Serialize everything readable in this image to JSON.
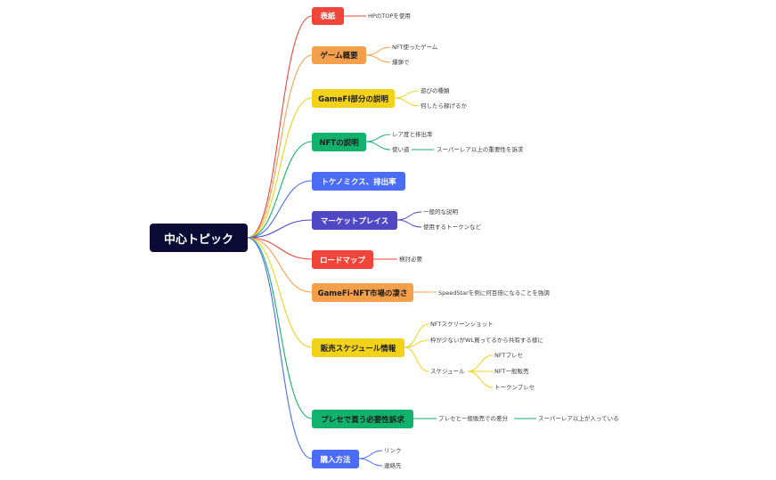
{
  "root": {
    "label": "中心トピック",
    "color": "#0b0b36"
  },
  "branches": [
    {
      "label": "表紙",
      "color": "#f0453a",
      "text_color": "#ffffff",
      "children": [
        {
          "label": "HPのTOPを使用"
        }
      ]
    },
    {
      "label": "ゲーム概要",
      "color": "#f4a04b",
      "text_color": "#1a1a1a",
      "children": [
        {
          "label": "NFT使ったゲーム"
        },
        {
          "label": "爆弾で"
        }
      ]
    },
    {
      "label": "GameFI部分の説明",
      "color": "#f2d219",
      "text_color": "#1a1a1a",
      "children": [
        {
          "label": "遊びの種類"
        },
        {
          "label": "何したら稼げるか"
        }
      ]
    },
    {
      "label": "NFTの説明",
      "color": "#10b26c",
      "text_color": "#1a1a1a",
      "children": [
        {
          "label": "レア度と排出率"
        },
        {
          "label": "使い道",
          "children": [
            {
              "label": "スーパーレア以上の重要性を訴求"
            }
          ]
        }
      ]
    },
    {
      "label": "トケノミクス、排出率",
      "color": "#4a6cf7",
      "text_color": "#ffffff",
      "children": []
    },
    {
      "label": "マーケットプレイス",
      "color": "#4f47c4",
      "text_color": "#ffffff",
      "children": [
        {
          "label": "一般的な説明"
        },
        {
          "label": "使用するトークンなど"
        }
      ]
    },
    {
      "label": "ロードマップ",
      "color": "#f0453a",
      "text_color": "#ffffff",
      "children": [
        {
          "label": "検討必要"
        }
      ]
    },
    {
      "label": "GameFi-NFT市場の凄さ",
      "color": "#f4a04b",
      "text_color": "#1a1a1a",
      "children": [
        {
          "label": "SpeedStarを例に何百倍になることを強調"
        }
      ]
    },
    {
      "label": "販売スケジュール情報",
      "color": "#f2d219",
      "text_color": "#1a1a1a",
      "children": [
        {
          "label": "NFTスクリーンショット"
        },
        {
          "label": "枠が少ないがWL買ってるから共有する様に"
        },
        {
          "label": "スケジュール",
          "children": [
            {
              "label": "NFTプレセ"
            },
            {
              "label": "NFT一般販売"
            },
            {
              "label": "トークンプレセ"
            }
          ]
        }
      ]
    },
    {
      "label": "プレセで買う必要性訴求",
      "color": "#10b26c",
      "text_color": "#1a1a1a",
      "children": [
        {
          "label": "プレセと一般販売での差分",
          "children": [
            {
              "label": "スーパーレア以上が入っている"
            }
          ]
        }
      ]
    },
    {
      "label": "購入方法",
      "color": "#4a6cf7",
      "text_color": "#ffffff",
      "children": [
        {
          "label": "リンク"
        },
        {
          "label": "連絡先"
        }
      ]
    }
  ]
}
